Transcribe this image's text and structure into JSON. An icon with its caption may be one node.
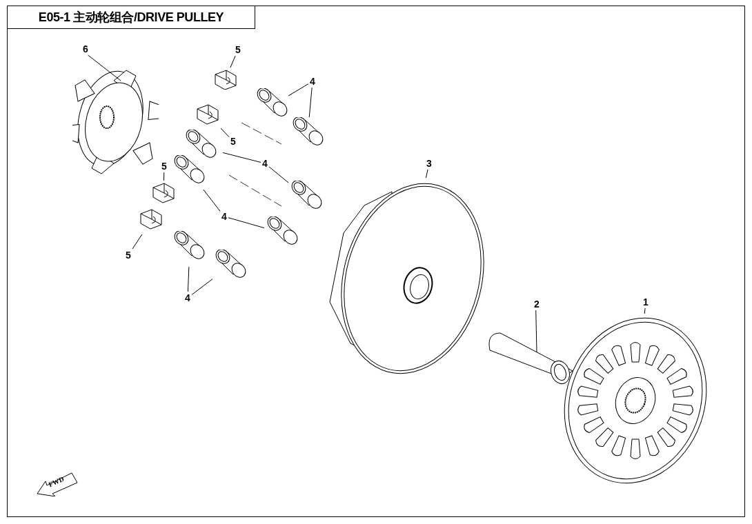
{
  "diagram": {
    "title": "E05-1 主动轮组合/DRIVE PULLEY",
    "nodes": [
      {
        "text": [
          "6"
        ]
      },
      {
        "text": [
          "5"
        ]
      },
      {
        "text": [
          "4"
        ]
      },
      {
        "text": [
          "5"
        ]
      },
      {
        "text": [
          "5"
        ]
      },
      {
        "text": [
          "4"
        ]
      },
      {
        "text": [
          "4"
        ]
      },
      {
        "text": [
          "5"
        ]
      },
      {
        "text": [
          "4"
        ]
      },
      {
        "text": [
          "3"
        ]
      },
      {
        "text": [
          "2"
        ]
      },
      {
        "text": [
          "1"
        ]
      },
      {
        "text": [],
        "shape": "picture"
      },
      {
        "text": [],
        "shape": "picture"
      },
      {
        "text": [],
        "shape": "picture"
      },
      {
        "text": [],
        "shape": "picture"
      },
      {
        "text": [],
        "shape": "picture"
      },
      {
        "text": [],
        "shape": "picture"
      },
      {
        "text": [],
        "shape": "picture"
      },
      {
        "text": [],
        "shape": "picture"
      },
      {
        "text": [],
        "shape": "picture"
      },
      {
        "text": [],
        "shape": "picture"
      },
      {
        "text": [],
        "shape": "picture"
      },
      {
        "text": [],
        "shape": "picture"
      },
      {
        "text": [],
        "shape": "picture"
      },
      {
        "text": [],
        "shape": "picture"
      },
      {
        "text": [],
        "shape": "picture"
      },
      {
        "text": [],
        "shape": "picture"
      }
    ],
    "edges": [
      {
        "from": 0,
        "to": 12,
        "arrow": "none"
      },
      {
        "from": 1,
        "to": 13,
        "arrow": "none"
      },
      {
        "from": 2,
        "to": 17,
        "arrow": "none"
      },
      {
        "from": 2,
        "to": 18,
        "arrow": "none"
      },
      {
        "from": 3,
        "to": 14,
        "arrow": "none"
      },
      {
        "from": 4,
        "to": 15,
        "arrow": "none"
      },
      {
        "from": 5,
        "to": 19,
        "arrow": "none"
      },
      {
        "from": 5,
        "to": 21,
        "arrow": "none"
      },
      {
        "from": 6,
        "to": 20,
        "arrow": "none"
      },
      {
        "from": 6,
        "to": 22,
        "arrow": "none"
      },
      {
        "from": 7,
        "to": 16,
        "arrow": "none"
      },
      {
        "from": 8,
        "to": 23,
        "arrow": "none"
      },
      {
        "from": 8,
        "to": 24,
        "arrow": "none"
      },
      {
        "from": 9,
        "to": 25,
        "arrow": "none"
      },
      {
        "from": 10,
        "to": 26,
        "arrow": "none"
      },
      {
        "from": 11,
        "to": 27,
        "arrow": "none"
      }
    ],
    "labels": [
      "FWD"
    ]
  }
}
